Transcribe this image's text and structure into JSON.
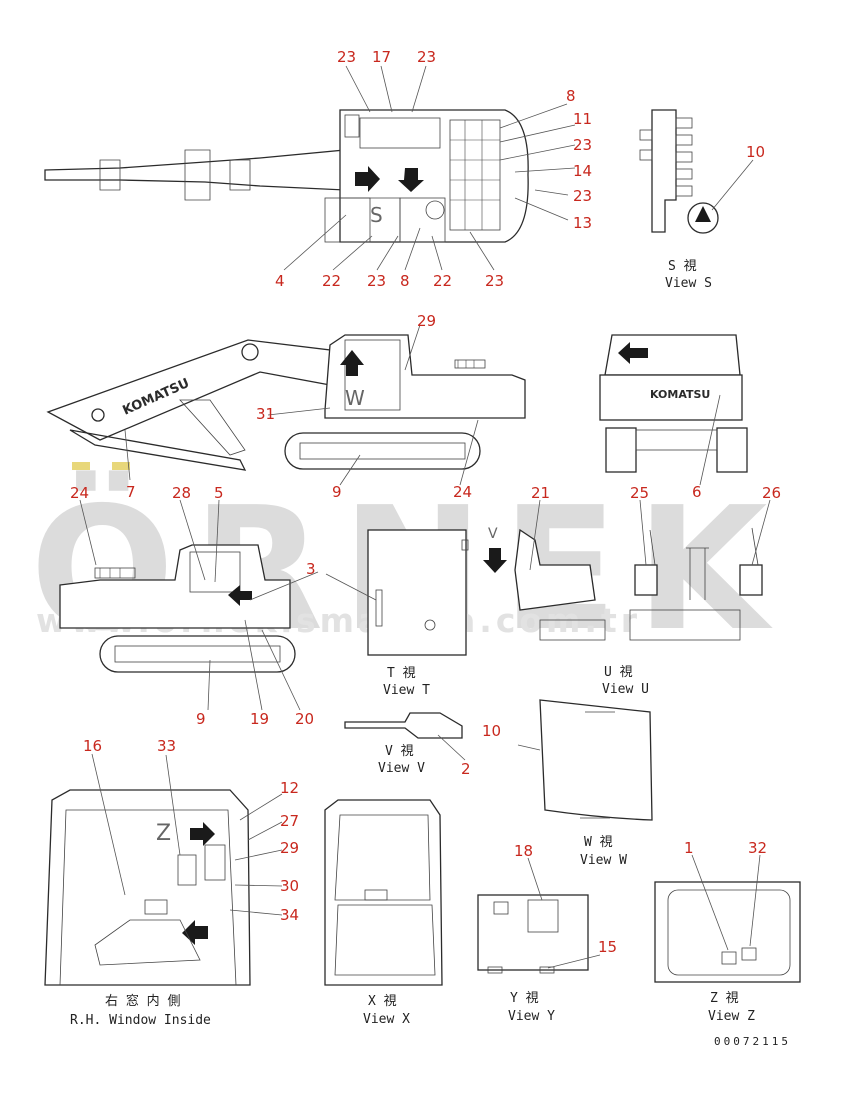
{
  "watermark": {
    "brand": "ÖRNEK",
    "url": "www.ornekismakina.com.tr"
  },
  "machine_logo": "KOMATSU",
  "boom_logo": "KOMATSU",
  "doc_code": "00072115",
  "views": {
    "s": {
      "title": "S 視",
      "subtitle": "View S"
    },
    "t": {
      "title": "T 視",
      "subtitle": "View T"
    },
    "u": {
      "title": "U 視",
      "subtitle": "View U"
    },
    "v": {
      "title": "V 視",
      "subtitle": "View V"
    },
    "w": {
      "title": "W 視",
      "subtitle": "View W"
    },
    "x": {
      "title": "X 視",
      "subtitle": "View X"
    },
    "y": {
      "title": "Y 視",
      "subtitle": "View Y"
    },
    "z": {
      "title": "Z 視",
      "subtitle": "View Z"
    },
    "rh": {
      "title": "右 窓 内 側",
      "subtitle": "R.H. Window Inside"
    }
  },
  "view_letters": {
    "s": "S",
    "w": "W",
    "z": "Z",
    "v": "V"
  },
  "callouts": {
    "top_view": [
      "23",
      "17",
      "23",
      "8",
      "11",
      "23",
      "14",
      "23",
      "13",
      "4",
      "22",
      "23",
      "8",
      "22",
      "23"
    ],
    "view_s": [
      "10"
    ],
    "side_left": [
      "29",
      "31",
      "7",
      "9",
      "24"
    ],
    "rear": [
      "6"
    ],
    "side_right": [
      "24",
      "28",
      "5",
      "3",
      "9",
      "19",
      "20"
    ],
    "view_t": [
      "3"
    ],
    "view_u": [
      "21",
      "25",
      "26"
    ],
    "view_v": [
      "2"
    ],
    "view_w": [
      "10"
    ],
    "rh_window": [
      "16",
      "33",
      "12",
      "27",
      "29",
      "30",
      "34"
    ],
    "view_y": [
      "18",
      "15"
    ],
    "view_z": [
      "1",
      "32"
    ]
  }
}
